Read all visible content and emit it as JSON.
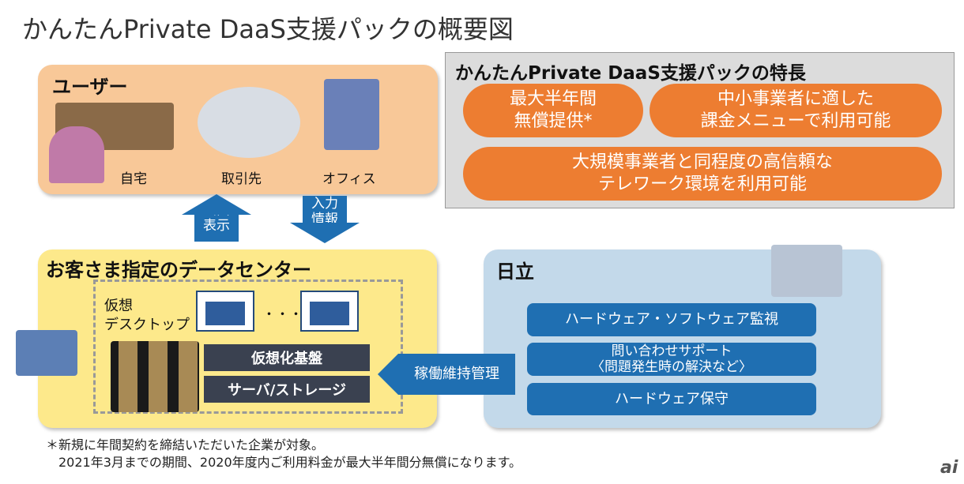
{
  "title": "かんたんPrivate DaaS支援パックの概要図",
  "users": {
    "heading": "ユーザー",
    "places": [
      "自宅",
      "取引先",
      "オフィス"
    ]
  },
  "arrows": {
    "display": "画面\n表示",
    "input": "入力\n情報",
    "operation": "稼働維持管理"
  },
  "features": {
    "heading": "かんたんPrivate DaaS支援パックの特長",
    "items": [
      "最大半年間\n無償提供*",
      "中小事業者に適した\n課金メニューで利用可能",
      "大規模事業者と同程度の高信頼な\nテレワーク環境を利用可能"
    ],
    "color": "#ed7d31"
  },
  "datacenter": {
    "heading": "お客さま指定のデータセンター",
    "vdesktop": "仮想\nデスクトップ",
    "dots": "・・・",
    "layers": [
      "仮想化基盤",
      "サーバ/ストレージ"
    ]
  },
  "hitachi": {
    "heading": "日立",
    "services": [
      "ハードウェア・ソフトウェア監視",
      "問い合わせサポート\n〈問題発生時の解決など〉",
      "ハードウェア保守"
    ],
    "color": "#1f6fb2"
  },
  "footnote": [
    "＊新規に年間契約を締結いただいた企業が対象。",
    "　2021年3月までの期間、2020年度内ご利用料金が最大半年間分無償になります。"
  ],
  "logo": "ai"
}
